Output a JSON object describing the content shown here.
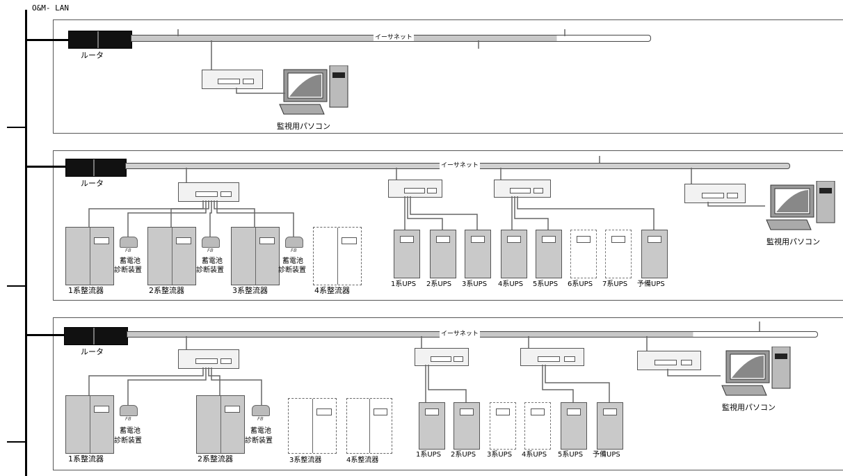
{
  "lan_label": "O&M- LAN",
  "ethernet_label": "イーサネット",
  "router_label": "ルータ",
  "pc_label": "監視用パソコン",
  "battery_device_label": "蓄電池\n診断装置",
  "battery_device_lines": [
    "蓄電池",
    "診断装置"
  ],
  "battery_icon_text": "FB",
  "panel1": {
    "pc_label": "監視用パソコン"
  },
  "panel2": {
    "rectifiers": [
      "1系整流器",
      "2系整流器",
      "3系整流器",
      "4系整流器"
    ],
    "ups": [
      "1系UPS",
      "2系UPS",
      "3系UPS",
      "4系UPS",
      "5系UPS",
      "6系UPS",
      "7系UPS",
      "予備UPS"
    ],
    "pc_label": "監視用パソコン"
  },
  "panel3": {
    "rectifiers": [
      "1系整流器",
      "2系整流器",
      "3系整流器",
      "4系整流器"
    ],
    "ups": [
      "1系UPS",
      "2系UPS",
      "3系UPS",
      "4系UPS",
      "5系UPS",
      "予備UPS"
    ],
    "pc_label": "監視用パソコン"
  }
}
